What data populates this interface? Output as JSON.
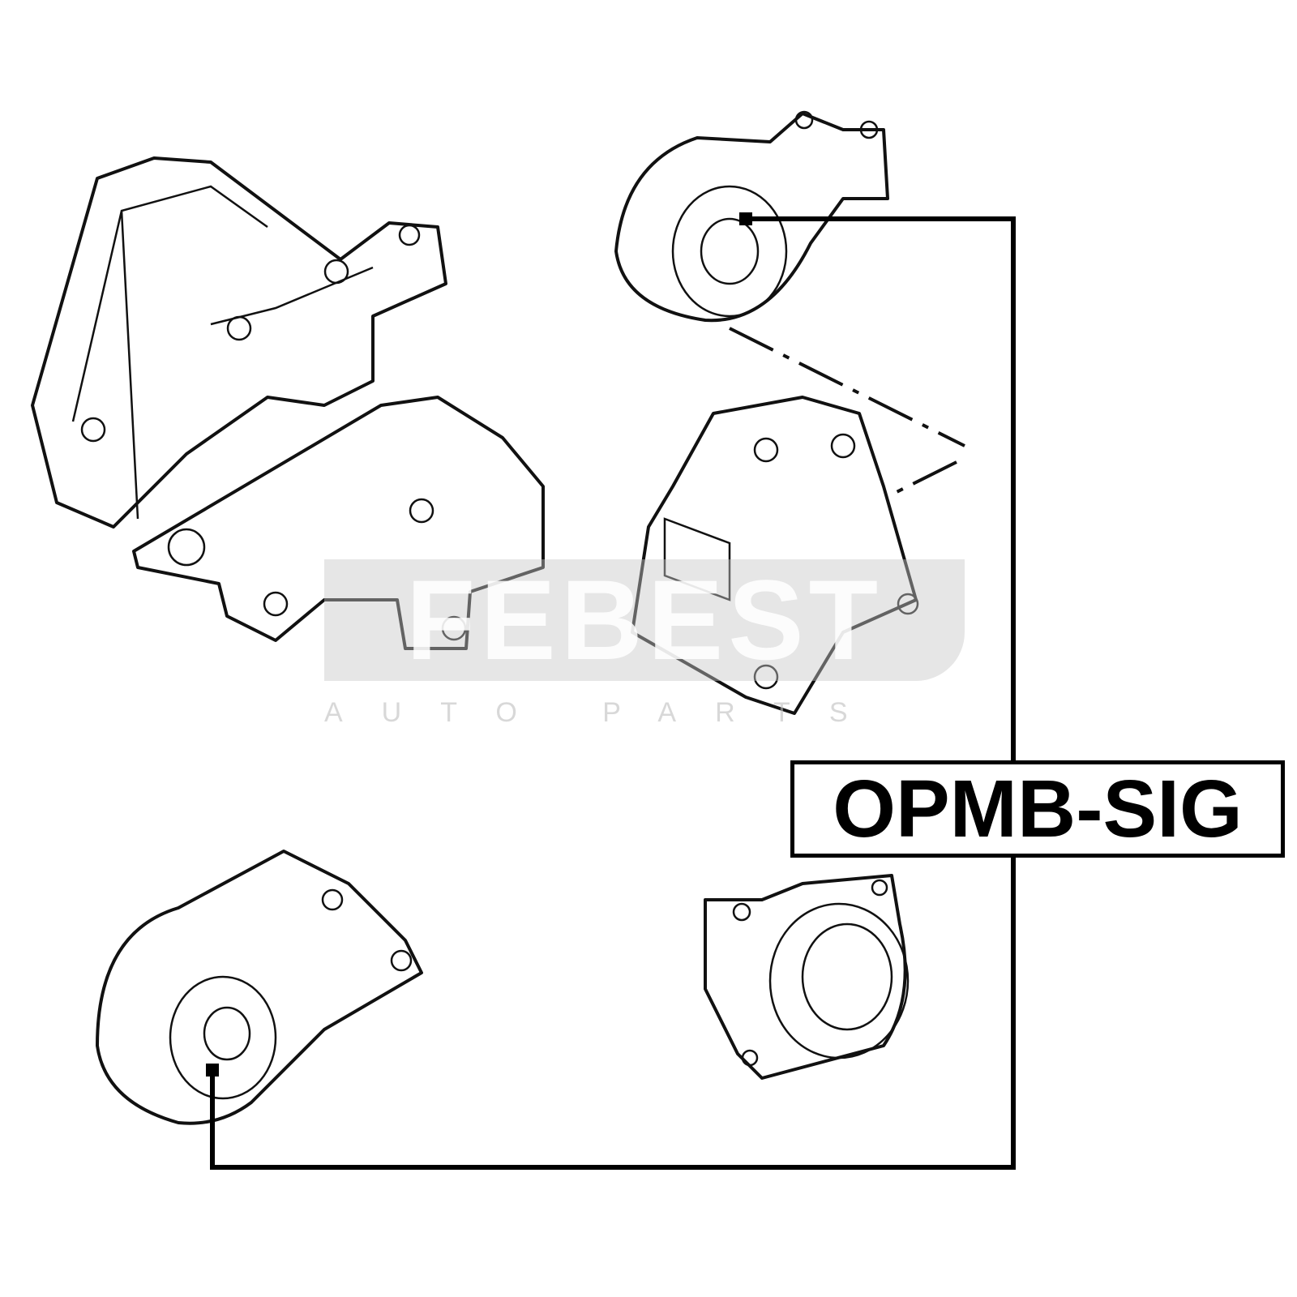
{
  "part_number": "OPMB-SIG",
  "watermark": {
    "brand": "FEBEST",
    "tagline": "AUTO PARTS"
  }
}
